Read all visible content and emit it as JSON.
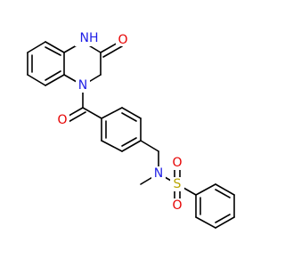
{
  "molecule": {
    "colors": {
      "N": "#1f1fe6",
      "O": "#e60000",
      "S": "#b8a400",
      "bond": "#000000"
    },
    "atoms": {
      "nh": {
        "element": "N",
        "label": "H",
        "prefix": "N"
      },
      "o_lactam": {
        "element": "O",
        "label": "O"
      },
      "n_ring": {
        "element": "N",
        "label": "N"
      },
      "o_carbonyl": {
        "element": "O",
        "label": "O"
      },
      "n_sulfonamide": {
        "element": "N",
        "label": "N"
      },
      "s_sulfonyl": {
        "element": "S",
        "label": "S"
      },
      "o_sulfonyl_top": {
        "element": "O",
        "label": "O"
      },
      "o_sulfonyl_bottom": {
        "element": "O",
        "label": "O"
      }
    }
  }
}
